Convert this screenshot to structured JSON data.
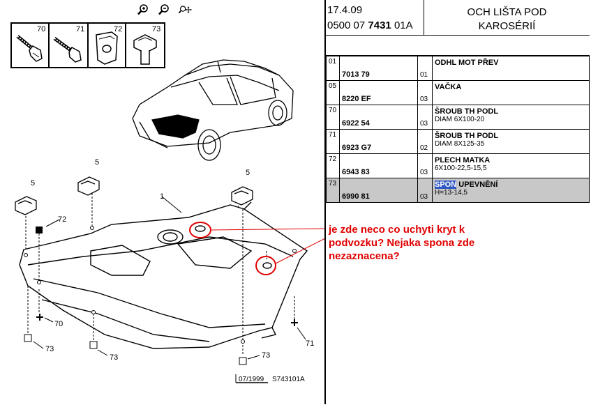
{
  "zoom": {
    "zoom_in_icon": "zoom-in-icon",
    "zoom_out_icon": "zoom-out-icon",
    "pan_icon": "zoom-pan-icon"
  },
  "header": {
    "date": "17.4.09",
    "code_prefix": "0500 07",
    "code_bold": "7431",
    "code_suffix": "01A",
    "title_line1": "OCH LIŠTA POD",
    "title_line2": "KAROSÉRIÍ"
  },
  "parts_thumbs": [
    {
      "num": "70"
    },
    {
      "num": "71"
    },
    {
      "num": "72"
    },
    {
      "num": "73"
    }
  ],
  "diagram": {
    "labels": {
      "part1": "1",
      "clip5a": "5",
      "clip5b": "5",
      "clip5c": "5",
      "n72": "72",
      "n70": "70",
      "n73a": "73",
      "n73b": "73",
      "n73c": "73",
      "n71": "71"
    },
    "footer_date": "07/1999",
    "footer_ref": "S743101A"
  },
  "parts": [
    {
      "pos": "01",
      "ref": "7013 79",
      "qty": "01",
      "desc": "ODHL MOT PŘEV",
      "sub": ""
    },
    {
      "pos": "05",
      "ref": "8220 EF",
      "qty": "03",
      "desc": "VAČKA",
      "sub": ""
    },
    {
      "pos": "70",
      "ref": "6922 54",
      "qty": "03",
      "desc": "ŠROUB TH PODL",
      "sub": "DIAM 6X100-20"
    },
    {
      "pos": "71",
      "ref": "6923 G7",
      "qty": "02",
      "desc": "ŠROUB TH PODL",
      "sub": "DIAM 8X125-35"
    },
    {
      "pos": "72",
      "ref": "6943 83",
      "qty": "03",
      "desc": "PLECH MATKA",
      "sub": "6X100-22,5-15,5"
    },
    {
      "pos": "73",
      "ref": "6990 81",
      "qty": "03",
      "desc_hl": "SPON",
      "desc": " UPEVNĚNÍ",
      "sub": "H=13-14,5"
    }
  ],
  "note": {
    "line1": "je zde neco co uchyti kryt k",
    "line2": "podvozku? Nejaka spona zde",
    "line3": "nezaznacena?"
  },
  "colors": {
    "annotation": "#e00000",
    "selected_row": "#c8c8c8",
    "highlight": "#3158c4"
  }
}
